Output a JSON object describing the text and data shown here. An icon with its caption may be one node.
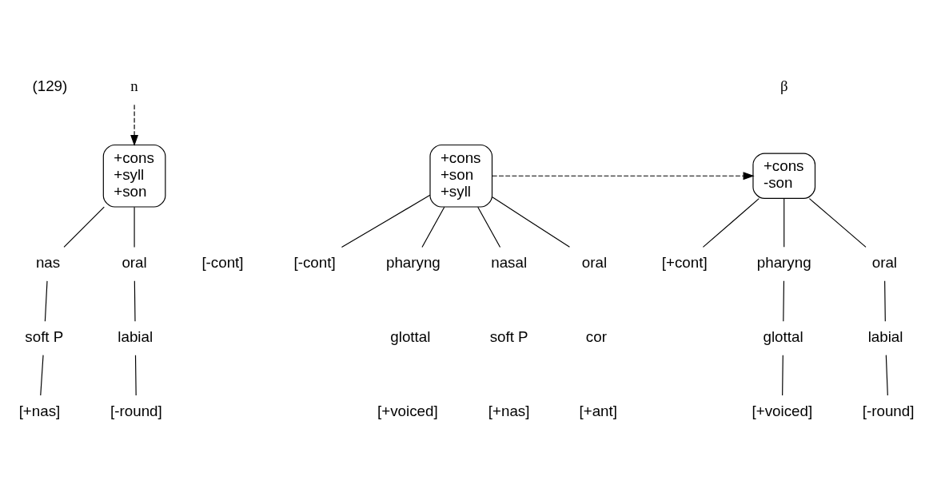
{
  "diagram": {
    "nodes": [
      {
        "text": [
          "n"
        ]
      },
      {
        "text": [
          "+cons",
          "+syll",
          "+son"
        ]
      },
      {
        "text": [
          "+cons",
          "+son",
          "+syll"
        ]
      },
      {
        "text": [
          "+cons",
          "-son"
        ]
      },
      {
        "text": [
          "[-cont]"
        ]
      },
      {
        "text": [
          "[+cont]"
        ]
      },
      {
        "text": [
          "nas"
        ]
      },
      {
        "text": [
          "oral"
        ]
      },
      {
        "text": [
          "pharyng"
        ]
      },
      {
        "text": [
          "nasal"
        ]
      },
      {
        "text": [
          "oral"
        ]
      },
      {
        "text": [
          "pharyng"
        ]
      },
      {
        "text": [
          "oral"
        ]
      },
      {
        "text": [
          "soft P"
        ]
      },
      {
        "text": [
          "labial"
        ]
      },
      {
        "text": [
          "glottal"
        ]
      },
      {
        "text": [
          "labial"
        ]
      },
      {
        "text": [
          "[+nas]"
        ]
      },
      {
        "text": [
          "[-round]"
        ]
      },
      {
        "text": [
          "[+voiced]"
        ]
      },
      {
        "text": [
          "[-round]"
        ]
      }
    ],
    "edges": [
      {
        "from": 0,
        "to": 1,
        "arrow": "to",
        "style": "dashed"
      },
      {
        "from": 2,
        "to": 3,
        "arrow": "to",
        "style": "dashed"
      },
      {
        "from": 1,
        "to": 6,
        "arrow": "none"
      },
      {
        "from": 1,
        "to": 7,
        "arrow": "none"
      },
      {
        "from": 2,
        "to": 8,
        "arrow": "none"
      },
      {
        "from": 2,
        "to": 9,
        "arrow": "none"
      },
      {
        "from": 2,
        "to": 10,
        "arrow": "none"
      },
      {
        "from": 2,
        "to": 4,
        "arrow": "none"
      },
      {
        "from": 3,
        "to": 5,
        "arrow": "none"
      },
      {
        "from": 3,
        "to": 11,
        "arrow": "none"
      },
      {
        "from": 3,
        "to": 12,
        "arrow": "none"
      },
      {
        "from": 6,
        "to": 13,
        "arrow": "none"
      },
      {
        "from": 13,
        "to": 17,
        "arrow": "none"
      },
      {
        "from": 7,
        "to": 14,
        "arrow": "none"
      },
      {
        "from": 14,
        "to": 18,
        "arrow": "none"
      },
      {
        "from": 11,
        "to": 15,
        "arrow": "none"
      },
      {
        "from": 15,
        "to": 19,
        "arrow": "none"
      },
      {
        "from": 12,
        "to": 16,
        "arrow": "none"
      },
      {
        "from": 16,
        "to": 20,
        "arrow": "none"
      }
    ],
    "labels": [
      "(129)",
      "β",
      "[-cont]",
      "glottal",
      "soft P",
      "cor",
      "[+voiced]",
      "[+nas]",
      "[+ant]"
    ]
  }
}
